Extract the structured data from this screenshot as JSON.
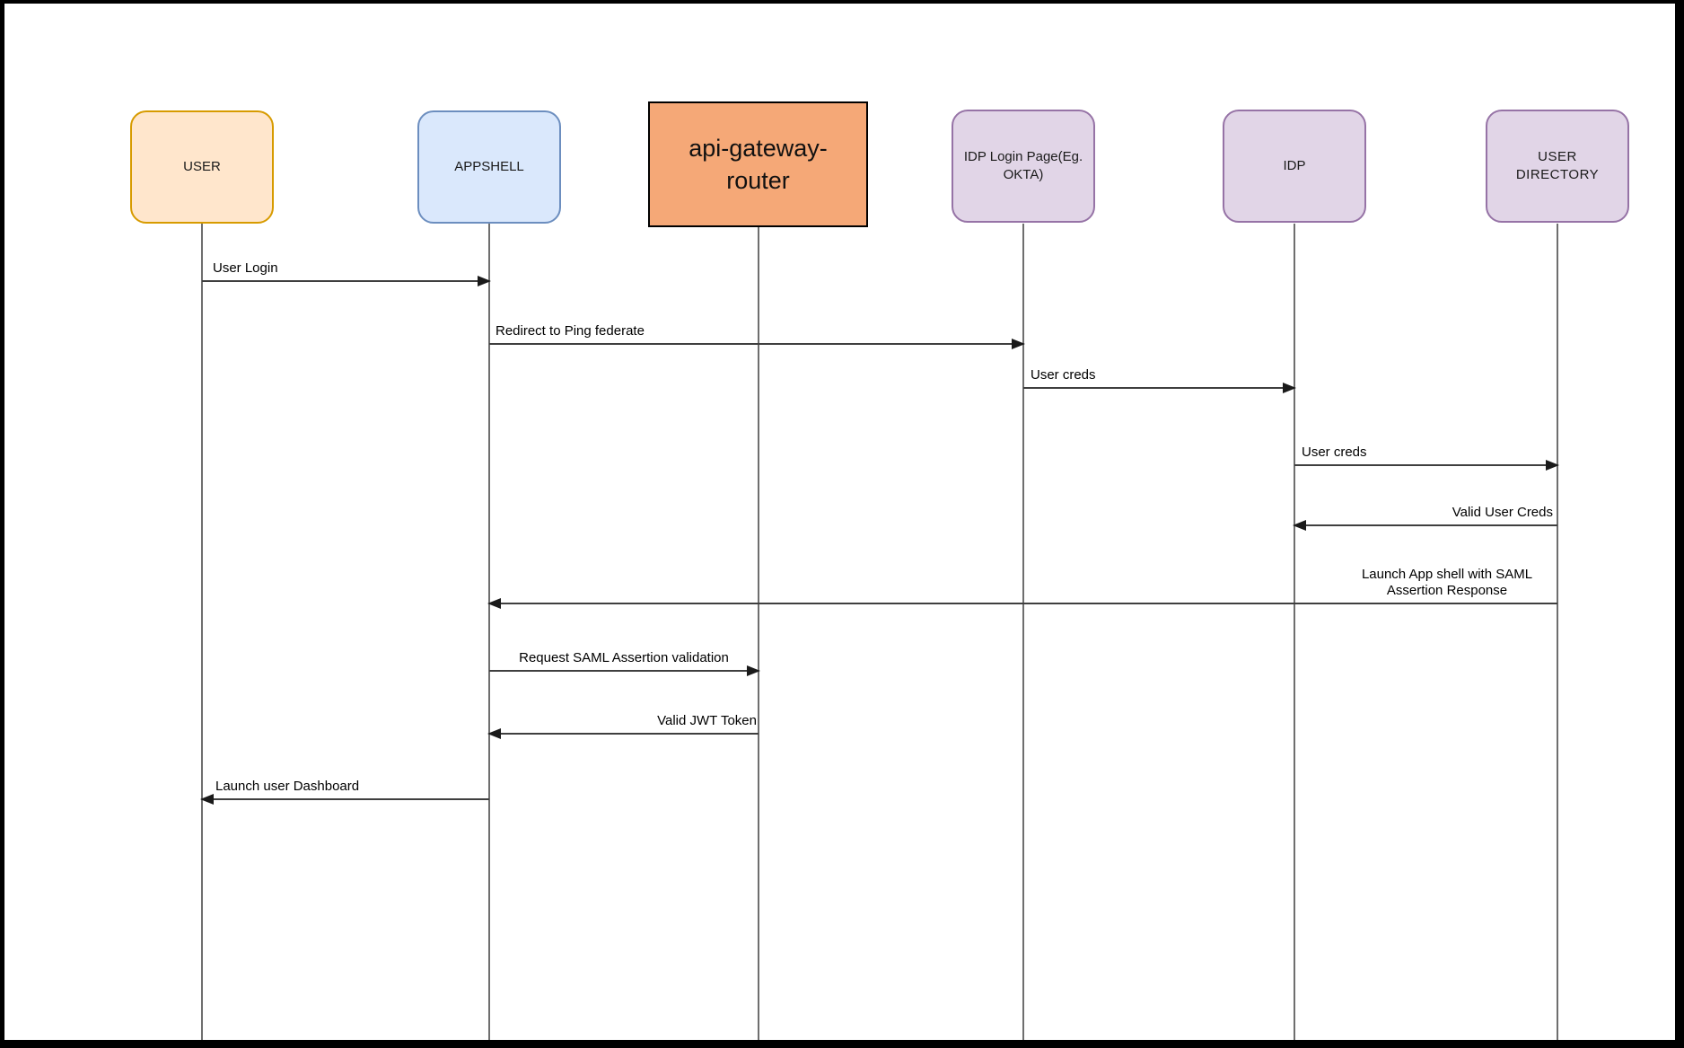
{
  "diagram": {
    "kind": "sequence-diagram",
    "subject": "SSO / SAML authentication flow"
  },
  "colors": {
    "frame": "#000000",
    "message_line": "#3f3f3f",
    "lifeline": "#6e6e6e",
    "actor_orange_fill": "#FFE6CC",
    "actor_orange_border": "#D79B00",
    "actor_blue_fill": "#DAE8FC",
    "actor_blue_border": "#6C8EBF",
    "actor_gateway_fill": "#F5A877",
    "actor_gateway_border": "#000000",
    "actor_purple_fill": "#E1D5E7",
    "actor_purple_border": "#9673A6"
  },
  "actors": [
    {
      "label": "USER",
      "fill": "#FFE6CC",
      "border": "#D79B00"
    },
    {
      "label": "APPSHELL",
      "fill": "#DAE8FC",
      "border": "#6C8EBF"
    },
    {
      "label": "api-gateway-router",
      "fill": "#F5A877",
      "border": "#000000"
    },
    {
      "label": "IDP Login Page(Eg. OKTA)",
      "fill": "#E1D5E7",
      "border": "#9673A6"
    },
    {
      "label": "IDP",
      "fill": "#E1D5E7",
      "border": "#9673A6"
    },
    {
      "label": "USER DIRECTORY",
      "fill": "#E1D5E7",
      "border": "#9673A6"
    }
  ],
  "messages": [
    {
      "from": "USER",
      "to": "APPSHELL",
      "label": "User Login"
    },
    {
      "from": "APPSHELL",
      "to": "IDP Login Page(Eg. OKTA)",
      "label": "Redirect to Ping federate"
    },
    {
      "from": "IDP Login Page(Eg. OKTA)",
      "to": "IDP",
      "label": "User creds"
    },
    {
      "from": "IDP",
      "to": "USER DIRECTORY",
      "label": "User creds"
    },
    {
      "from": "USER DIRECTORY",
      "to": "IDP",
      "label": "Valid User Creds"
    },
    {
      "from": "USER DIRECTORY",
      "to": "APPSHELL",
      "label": "Launch App shell with SAML Assertion Response"
    },
    {
      "from": "APPSHELL",
      "to": "api-gateway-router",
      "label": "Request SAML Assertion validation"
    },
    {
      "from": "api-gateway-router",
      "to": "APPSHELL",
      "label": "Valid JWT Token"
    },
    {
      "from": "APPSHELL",
      "to": "USER",
      "label": "Launch user Dashboard"
    }
  ]
}
